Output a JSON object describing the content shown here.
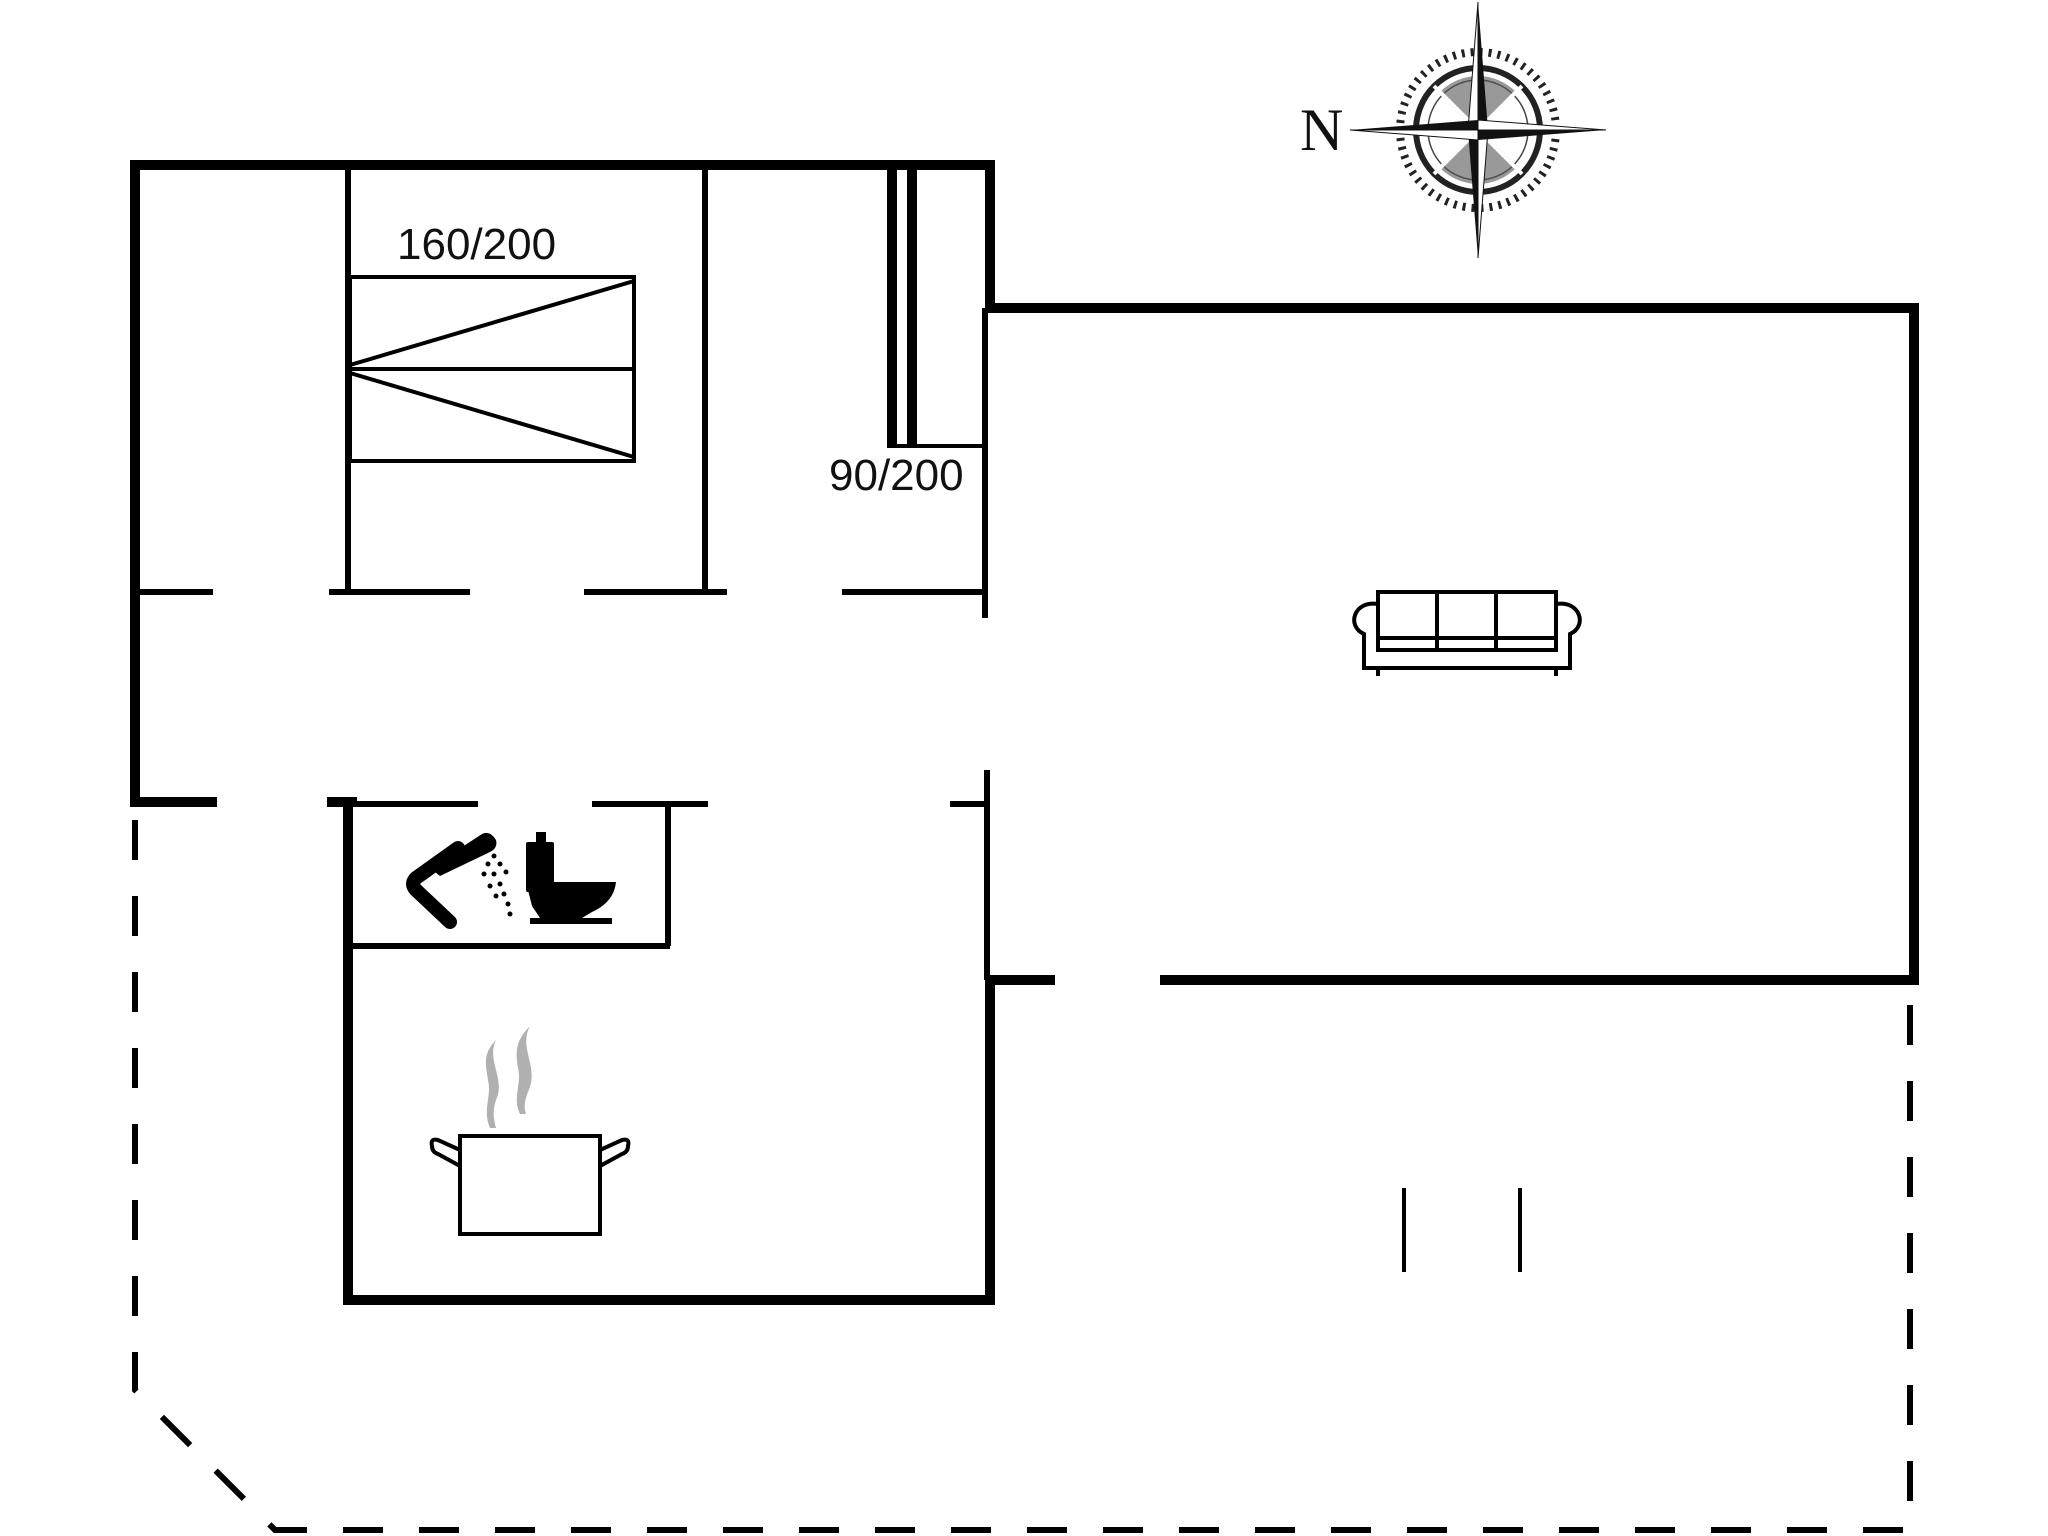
{
  "plan": {
    "type": "floor-plan",
    "colors": {
      "walls": "#000000",
      "background": "#ffffff",
      "steam": "#b0b0b0"
    }
  },
  "compass": {
    "north_label": "N"
  },
  "bedrooms": [
    {
      "name": "bedroom-1",
      "bed_label": "160/200",
      "bed_type": "double-bed"
    },
    {
      "name": "bedroom-2",
      "bed_label": "90/200",
      "bed_type": "single-bed"
    }
  ],
  "rooms": [
    {
      "name": "bathroom",
      "icons": [
        "shower-icon",
        "toilet-icon"
      ]
    },
    {
      "name": "kitchen",
      "icons": [
        "cooking-pot-icon"
      ]
    },
    {
      "name": "living-room",
      "icons": [
        "sofa-icon"
      ]
    },
    {
      "name": "terrace",
      "icons": []
    }
  ]
}
